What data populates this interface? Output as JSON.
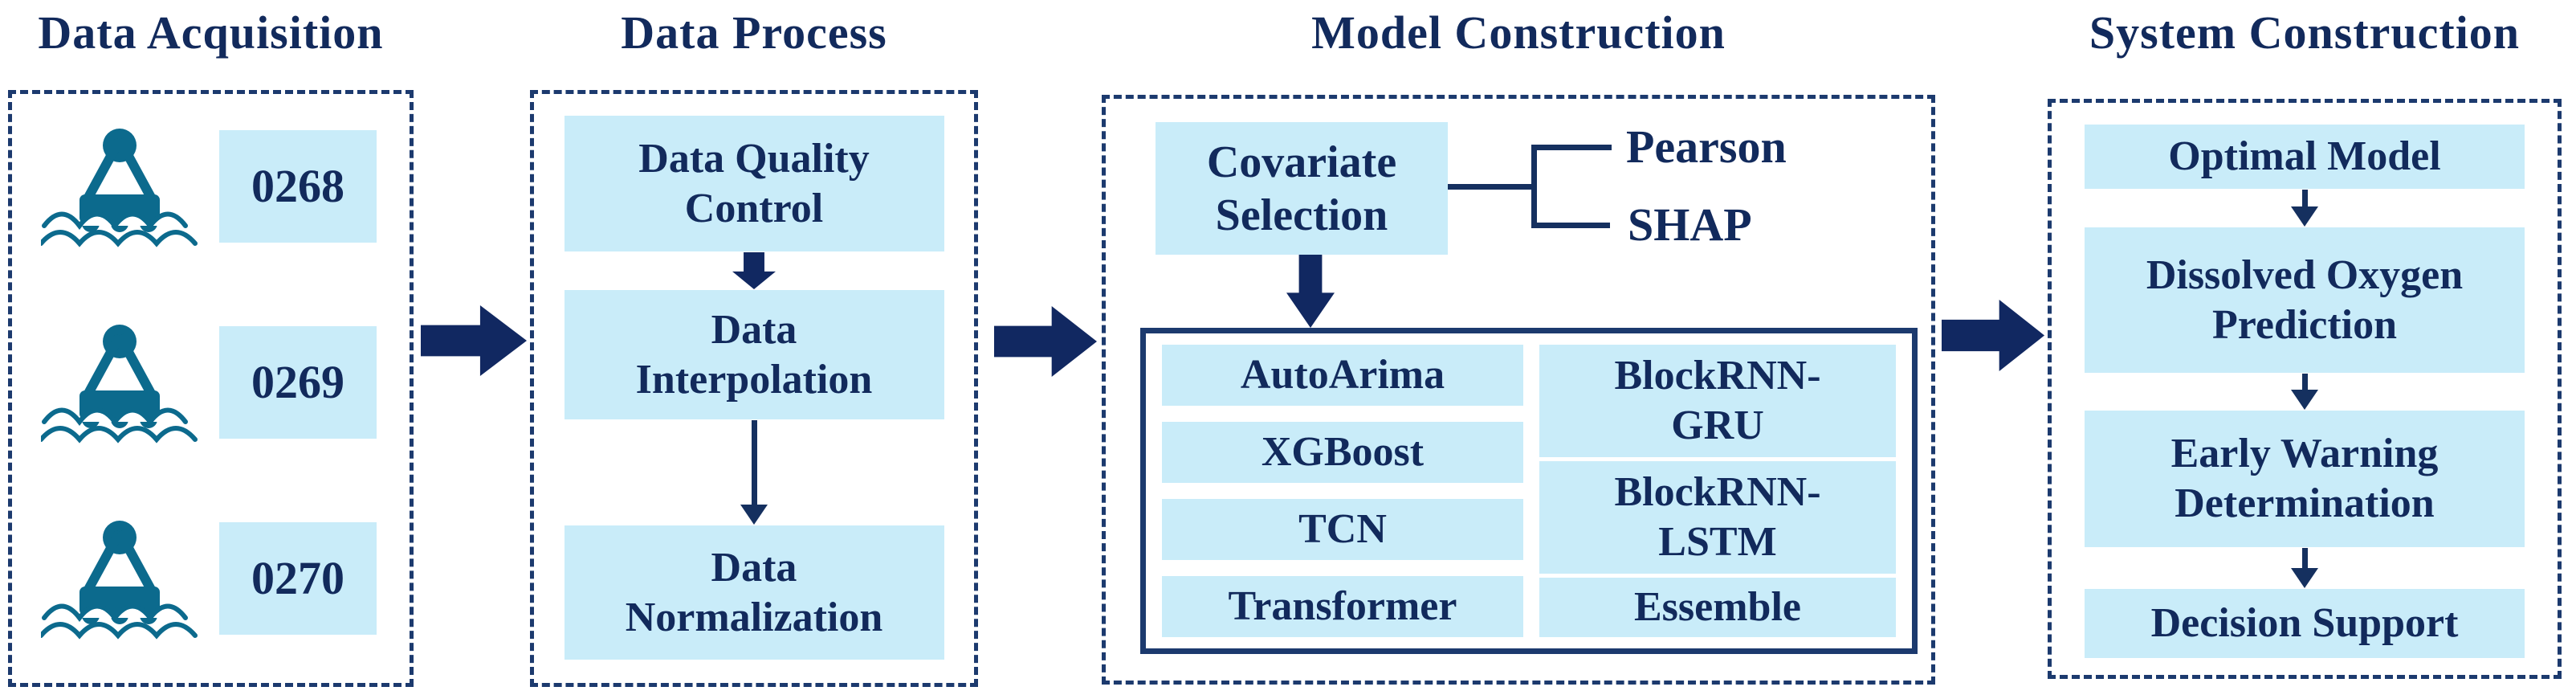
{
  "colors": {
    "navy_text": "#122a5c",
    "dashed_border": "#1c3a6e",
    "light_blue_fill": "#c9ecf9",
    "buoy_teal": "#0c6a8d",
    "arrow_navy": "#112861",
    "background": "#ffffff"
  },
  "acquisition": {
    "title": "Data Acquisition",
    "stations": [
      {
        "label": "0268"
      },
      {
        "label": "0269"
      },
      {
        "label": "0270"
      }
    ]
  },
  "process": {
    "title": "Data Process",
    "steps": [
      {
        "label": "Data Quality\nControl"
      },
      {
        "label": "Data\nInterpolation"
      },
      {
        "label": "Data\nNormalization"
      }
    ]
  },
  "model": {
    "title": "Model Construction",
    "covariate_label": "Covariate\nSelection",
    "selection_methods": [
      {
        "label": "Pearson"
      },
      {
        "label": "SHAP"
      }
    ],
    "models_left": [
      {
        "label": "AutoArima"
      },
      {
        "label": "XGBoost"
      },
      {
        "label": "TCN"
      },
      {
        "label": "Transformer"
      }
    ],
    "models_right": [
      {
        "label": "BlockRNN-\nGRU"
      },
      {
        "label": "BlockRNN-\nLSTM"
      },
      {
        "label": "Essemble"
      }
    ]
  },
  "system": {
    "title": "System Construction",
    "steps": [
      {
        "label": "Optimal Model"
      },
      {
        "label": "Dissolved Oxygen\nPrediction"
      },
      {
        "label": "Early Warning\nDetermination"
      },
      {
        "label": "Decision Support"
      }
    ]
  }
}
